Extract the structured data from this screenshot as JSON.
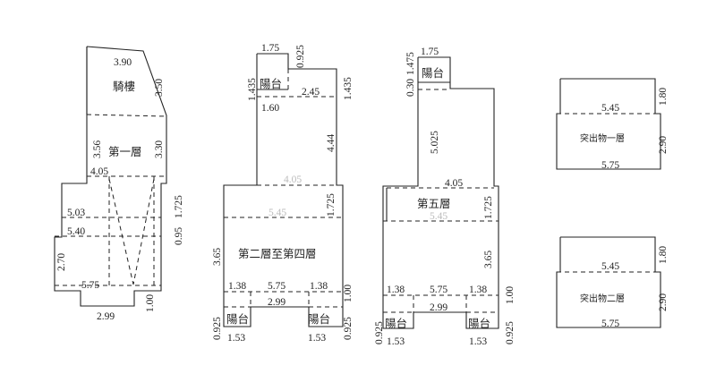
{
  "plans": {
    "ground": {
      "rooms": [
        "騎樓",
        "第一層"
      ],
      "dims": [
        "3.90",
        "3.50",
        "3.56",
        "3.30",
        "4.05",
        "1.725",
        "5.03",
        "0.95",
        "5.40",
        "2.70",
        "5.75",
        "1.00",
        "2.99"
      ]
    },
    "floors_2_4": {
      "rooms": [
        "第二層至第四層",
        "陽台",
        "陽台",
        "陽台"
      ],
      "dims": [
        "1.75",
        "0.925",
        "1.435",
        "2.45",
        "1.435",
        "1.60",
        "4.44",
        "4.05",
        "1.725",
        "5.45",
        "3.65",
        "1.38",
        "5.75",
        "1.38",
        "2.99",
        "1.00",
        "0.925",
        "0.925",
        "1.53",
        "1.53"
      ]
    },
    "floor_5": {
      "rooms": [
        "陽台",
        "第五層",
        "陽台",
        "陽台"
      ],
      "dims": [
        "1.75",
        "1.475",
        "0.30",
        "5.025",
        "4.05",
        "1.725",
        "5.45",
        "3.65",
        "1.38",
        "5.75",
        "1.38",
        "1.00",
        "2.99",
        "0.925",
        "0.925",
        "1.53",
        "1.53"
      ]
    },
    "roof_1": {
      "rooms": [
        "突出物一層"
      ],
      "dims": [
        "5.45",
        "1.80",
        "2.90",
        "5.75"
      ]
    },
    "roof_2": {
      "rooms": [
        "突出物二層"
      ],
      "dims": [
        "5.45",
        "1.80",
        "2.90",
        "5.75"
      ]
    }
  }
}
